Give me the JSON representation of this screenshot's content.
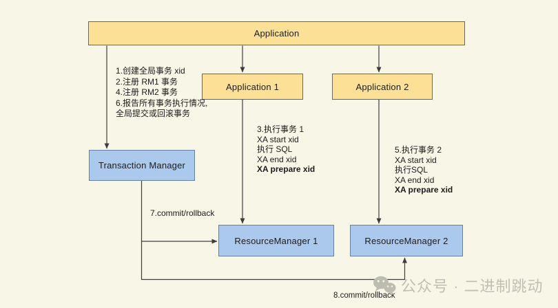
{
  "diagram": {
    "boxes": {
      "application": "Application",
      "application1": "Application 1",
      "application2": "Application 2",
      "transaction_manager": "Transaction Manager",
      "resource_manager1": "ResourceManager 1",
      "resource_manager2": "ResourceManager 2"
    },
    "notes": {
      "tm_steps": {
        "line1": "1.创建全局事务 xid",
        "line2": "2.注册 RM1 事务",
        "line3": "4.注册 RM2 事务",
        "line4": "6.报告所有事务执行情况,",
        "line5": "全局提交或回滚事务"
      },
      "rm1_steps": {
        "line1": "3.执行事务 1",
        "line2": "XA start xid",
        "line3": "执行 SQL",
        "line4": "XA end xid",
        "line5": "XA prepare xid"
      },
      "rm2_steps": {
        "line1": "5.执行事务 2",
        "line2": "XA start xid",
        "line3": "执行SQL",
        "line4": "XA end xid",
        "line5": "XA prepare xid"
      }
    },
    "edge_labels": {
      "commit7": "7.commit/rollback",
      "commit8": "8.commit/rollback"
    },
    "watermark": {
      "text": "公众号 · 二进制跳动"
    },
    "colors": {
      "background": "#f8f6e7",
      "box_yellow": "#fbe096",
      "box_yellow_border": "#6a665a",
      "box_blue": "#abc9ed",
      "box_blue_border": "#64809f",
      "line": "#3d3d3d",
      "text": "#1b1b1b",
      "watermark": "#bfbfb5"
    }
  }
}
